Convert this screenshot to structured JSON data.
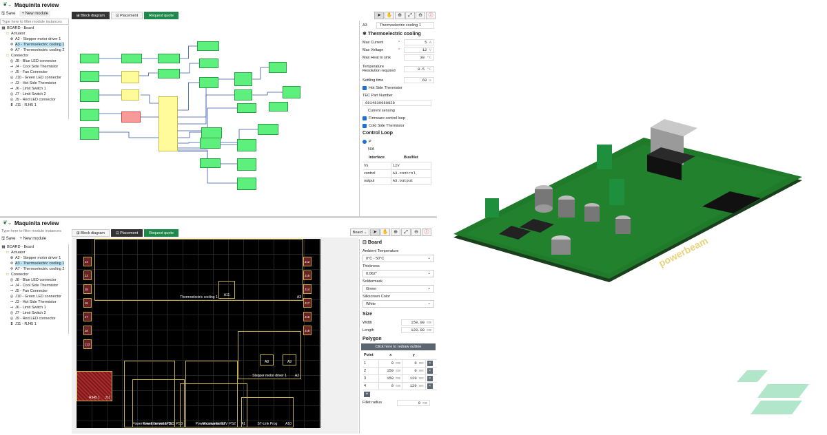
{
  "app": {
    "title": "Maquinita review"
  },
  "toolbar": {
    "save": "Save",
    "new_module": "New module",
    "filter_placeholder": "Type here to filter module instances"
  },
  "tree": [
    {
      "label": "BOARD - Board",
      "level": 0,
      "icon": "board-icon"
    },
    {
      "label": "Actuator",
      "level": 1,
      "icon": "folder-icon"
    },
    {
      "label": "A2 - Stepper motor driver 1",
      "level": 2,
      "icon": "motor-icon"
    },
    {
      "label": "A3 - Thermoelectric cooling 1",
      "level": 2,
      "icon": "fan-icon"
    },
    {
      "label": "A7 - Thermoelectric cooling 2",
      "level": 2,
      "icon": "fan-icon"
    },
    {
      "label": "Connector",
      "level": 1,
      "icon": "folder-icon"
    },
    {
      "label": "J8 - Blue LED connector",
      "level": 2,
      "icon": "connector-icon"
    },
    {
      "label": "J4 - Cool Side Thermistor",
      "level": 2,
      "icon": "wire-icon"
    },
    {
      "label": "J5 - Fan Connector",
      "level": 2,
      "icon": "wire-icon"
    },
    {
      "label": "J10 - Green LED connector",
      "level": 2,
      "icon": "connector-icon"
    },
    {
      "label": "J3 - Hot Side Thermistor",
      "level": 2,
      "icon": "wire-icon"
    },
    {
      "label": "J6 - Limit Switch 1",
      "level": 2,
      "icon": "wire-icon"
    },
    {
      "label": "J7 - Limit Switch 2",
      "level": 2,
      "icon": "connector-icon"
    },
    {
      "label": "J9 - Red LED connector",
      "level": 2,
      "icon": "connector-icon"
    },
    {
      "label": "J11 - RJ45 1",
      "level": 2,
      "icon": "rj45-icon"
    }
  ],
  "tabs": {
    "block": "Block diagram",
    "placement": "Placement",
    "quote": "Request quote"
  },
  "top_props": {
    "ref": "A3",
    "name": "Thermoelectric cooling 1",
    "section": "Thermoelectric cooling",
    "fields": [
      {
        "label": "Max Current",
        "req": "*",
        "value": "5",
        "unit": "A"
      },
      {
        "label": "Max Voltage",
        "req": "*",
        "value": "12",
        "unit": "V"
      },
      {
        "label": "Max Heat to sink",
        "req": "",
        "value": "30",
        "unit": "°C"
      },
      {
        "label": "Temperature Resolution required",
        "req": "",
        "value": "0.5",
        "unit": "°C"
      },
      {
        "label": "Settling time",
        "req": "",
        "value": "60",
        "unit": "s"
      }
    ],
    "hot_side": "Hot Side Thermistor",
    "tec_label": "TEC Part Number",
    "tec_value": "6914839080828",
    "current_sensing": "Current sensing",
    "firmware": "Firmware control loop",
    "cold_side": "Cold Side Thermistor",
    "control_loop": "Control Loop",
    "control_p": "P",
    "control_na": "N/A",
    "iface_h1": "Interface",
    "iface_h2": "Bus/Net",
    "ifaces": [
      {
        "name": "Vs",
        "net": "12V"
      },
      {
        "name": "control",
        "net": "A3.control"
      },
      {
        "name": "output",
        "net": "A3.output"
      }
    ]
  },
  "bottom_props": {
    "dropdown": "Board",
    "section": "Board",
    "ambient_label": "Ambient Temperature",
    "ambient_value": "0°C - 50°C",
    "thickness_label": "Thickness",
    "thickness_value": "0.062\"",
    "soldermask_label": "Soldermask",
    "soldermask_value": "Green",
    "silkscreen_label": "Silkscreen Color",
    "silkscreen_value": "White",
    "size_label": "Size",
    "width_label": "Width",
    "width_value": "150.00",
    "width_unit": "mm",
    "length_label": "Length",
    "length_value": "120.00",
    "length_unit": "mm",
    "polygon_label": "Polygon",
    "redraw": "Click here to redraw outline",
    "pt_h": "Point",
    "x_h": "x",
    "y_h": "y",
    "points": [
      {
        "n": "1",
        "x": "0",
        "y": "0"
      },
      {
        "n": "2",
        "x": "150",
        "y": "0"
      },
      {
        "n": "3",
        "x": "150",
        "y": "120"
      },
      {
        "n": "4",
        "x": "0",
        "y": "120"
      }
    ],
    "unit": "mm",
    "add": "+",
    "fillet_label": "Fillet radius",
    "fillet_value": "0",
    "fillet_unit": "mm"
  },
  "placement": {
    "blocks": [
      {
        "label": "Thermoelectric cooling 1",
        "ref": "A3"
      },
      {
        "label": "A11",
        "ref": ""
      },
      {
        "label": "Stepper motor driver 1",
        "ref": "A2"
      },
      {
        "label": "A8",
        "ref": ""
      },
      {
        "label": "A9",
        "ref": ""
      },
      {
        "label": "Power over Ethernet 1",
        "ref": "PS1"
      },
      {
        "label": "Power converter 12V",
        "ref": "PS2"
      },
      {
        "label": "Power converter 3V3",
        "ref": "PS3"
      },
      {
        "label": "Microcontroller",
        "ref": "A1"
      },
      {
        "label": "ST-Link Prog",
        "ref": "A10"
      },
      {
        "label": "RJ45 1",
        "ref": "J11"
      }
    ],
    "pads": [
      "J4",
      "J3",
      "J5",
      "J6",
      "J7",
      "J8",
      "J13",
      "J12",
      "J15",
      "J14",
      "J17",
      "J16",
      "J18"
    ]
  },
  "pcb_3d": {
    "silk_brand": "powerbeam"
  },
  "colors": {
    "accent_green": "#1d8a4c",
    "selection": "#bde4f5",
    "pcb_bg": "#000000"
  }
}
